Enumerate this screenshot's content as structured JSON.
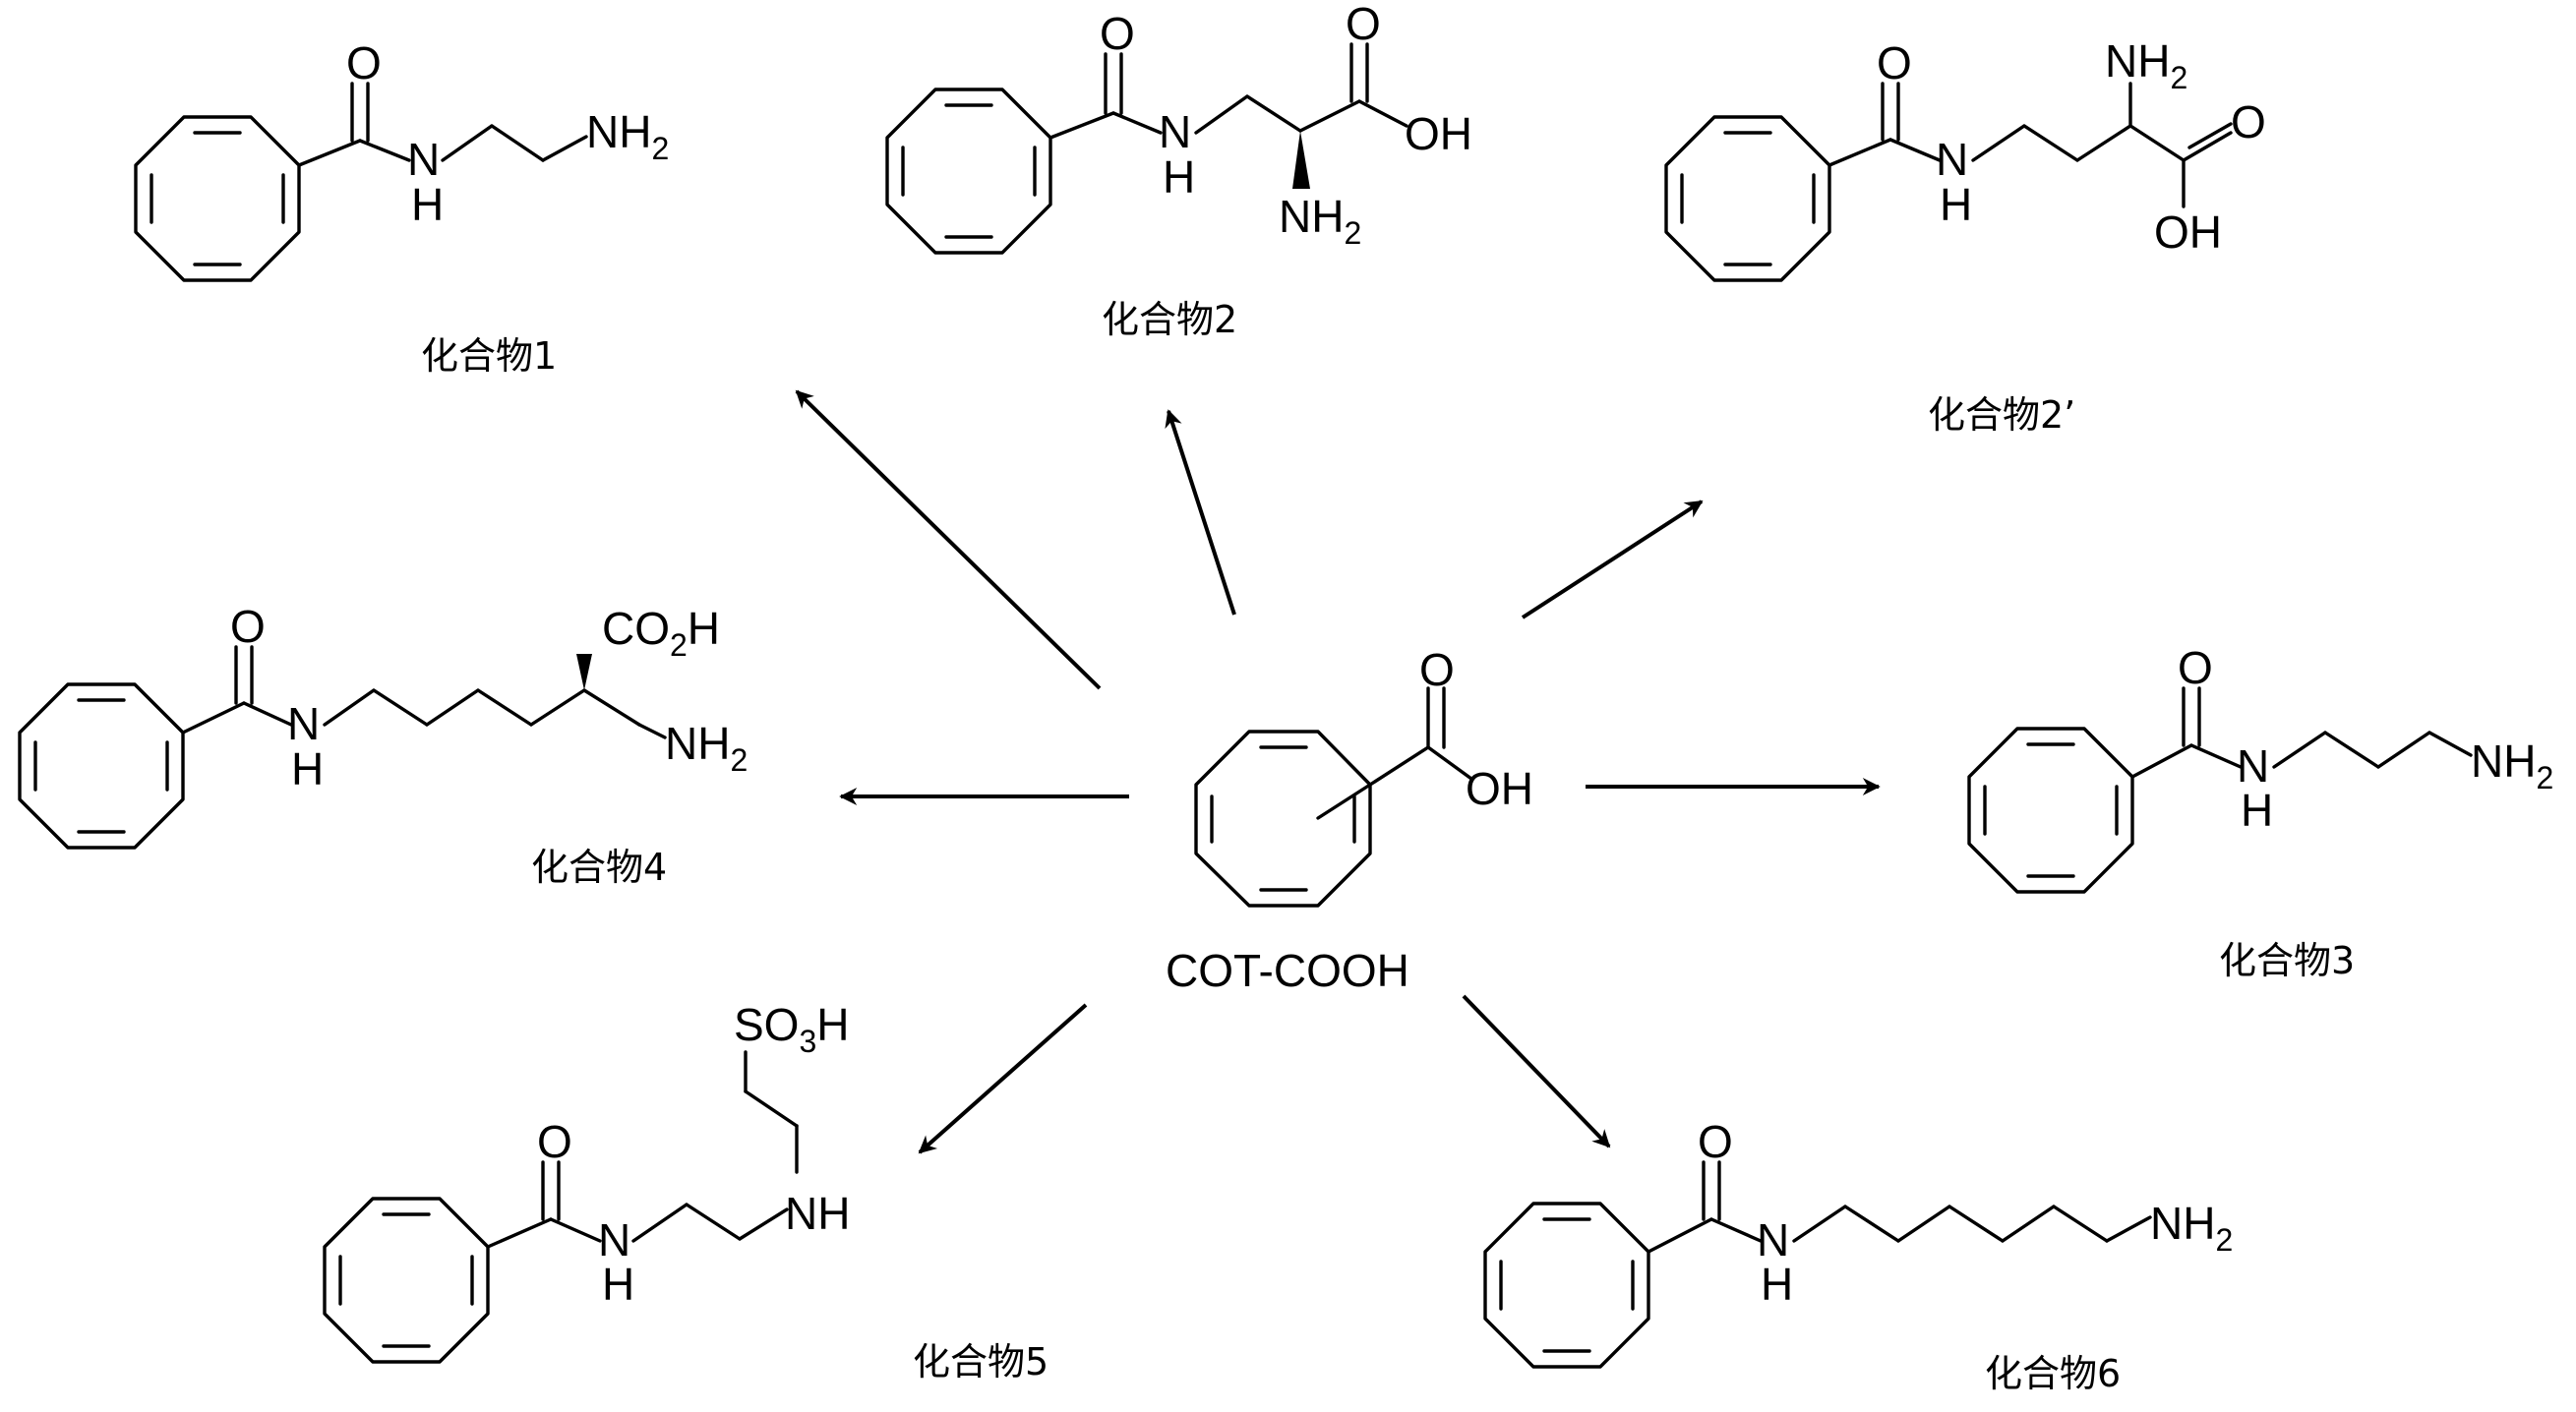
{
  "center": {
    "label": "COT-COOH"
  },
  "compounds": [
    {
      "id": "c1",
      "caption": "化合物1"
    },
    {
      "id": "c2",
      "caption": "化合物2"
    },
    {
      "id": "c2p",
      "caption": "化合物2’"
    },
    {
      "id": "c3",
      "caption": "化合物3"
    },
    {
      "id": "c4",
      "caption": "化合物4"
    },
    {
      "id": "c5",
      "caption": "化合物5"
    },
    {
      "id": "c6",
      "caption": "化合物6"
    }
  ],
  "atoms": {
    "O": "O",
    "OH": "OH",
    "NH": "N",
    "H": "H",
    "N": "N",
    "NH2_main": "NH",
    "NH2_sub": "2",
    "CO": "CO",
    "CO2_sub": "2",
    "CO2_H": "H",
    "SO": "SO",
    "SO3_sub": "3",
    "SO3_H": "H",
    "NHamine": "NH"
  }
}
